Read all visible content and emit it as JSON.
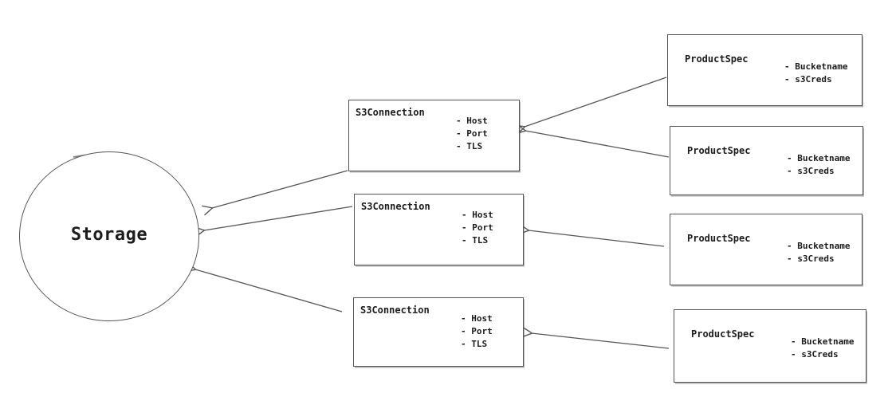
{
  "diagram": {
    "background": "#ffffff",
    "stroke_color": "#565656",
    "text_color": "#1c1c1c",
    "storage": {
      "label": "Storage"
    },
    "s3_connections": [
      {
        "title": "S3Connection",
        "attributes": [
          "- Host",
          "- Port",
          "- TLS"
        ]
      },
      {
        "title": "S3Connection",
        "attributes": [
          "- Host",
          "- Port",
          "- TLS"
        ]
      },
      {
        "title": "S3Connection",
        "attributes": [
          "- Host",
          "- Port",
          "- TLS"
        ]
      }
    ],
    "product_specs": [
      {
        "title": "ProductSpec",
        "attributes": [
          "- Bucketname",
          "- s3Creds"
        ]
      },
      {
        "title": "ProductSpec",
        "attributes": [
          "- Bucketname",
          "- s3Creds"
        ]
      },
      {
        "title": "ProductSpec",
        "attributes": [
          "- Bucketname",
          "- s3Creds"
        ]
      },
      {
        "title": "ProductSpec",
        "attributes": [
          "- Bucketname",
          "- s3Creds"
        ]
      }
    ]
  }
}
